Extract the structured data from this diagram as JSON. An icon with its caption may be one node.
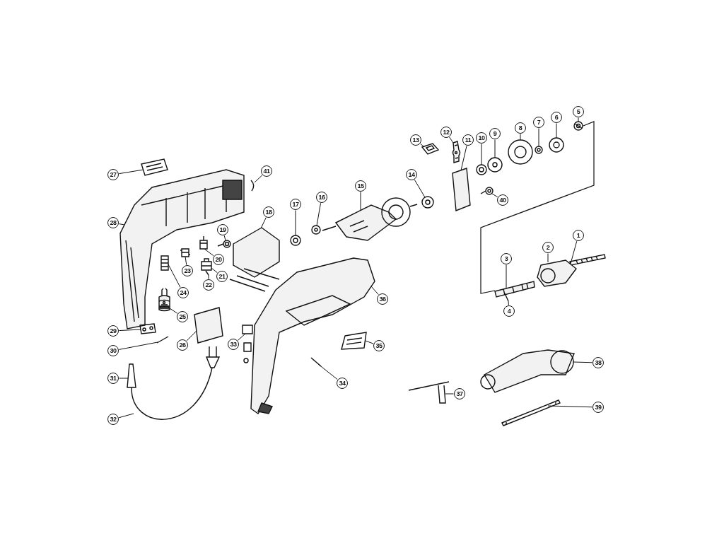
{
  "diagram": {
    "nodes": [
      {
        "text": [
          "1"
        ]
      },
      {
        "text": [
          "2"
        ]
      },
      {
        "text": [
          "3"
        ]
      },
      {
        "text": [
          "4"
        ]
      },
      {
        "text": [
          "5"
        ]
      },
      {
        "text": [
          "6"
        ]
      },
      {
        "text": [
          "7"
        ]
      },
      {
        "text": [
          "8"
        ]
      },
      {
        "text": [
          "9"
        ]
      },
      {
        "text": [
          "10"
        ]
      },
      {
        "text": [
          "11"
        ]
      },
      {
        "text": [
          "12"
        ]
      },
      {
        "text": [
          "13"
        ]
      },
      {
        "text": [
          "14"
        ]
      },
      {
        "text": [
          "15"
        ]
      },
      {
        "text": [
          "16"
        ]
      },
      {
        "text": [
          "17"
        ]
      },
      {
        "text": [
          "18"
        ]
      },
      {
        "text": [
          "19"
        ]
      },
      {
        "text": [
          "20"
        ]
      },
      {
        "text": [
          "21"
        ]
      },
      {
        "text": [
          "22"
        ]
      },
      {
        "text": [
          "23"
        ]
      },
      {
        "text": [
          "24"
        ]
      },
      {
        "text": [
          "25"
        ]
      },
      {
        "text": [
          "26"
        ]
      },
      {
        "text": [
          "27"
        ]
      },
      {
        "text": [
          "28"
        ]
      },
      {
        "text": [
          "29"
        ]
      },
      {
        "text": [
          "30"
        ]
      },
      {
        "text": [
          "31"
        ]
      },
      {
        "text": [
          "32"
        ]
      },
      {
        "text": [
          "33"
        ]
      },
      {
        "text": [
          "34"
        ]
      },
      {
        "text": [
          "35"
        ]
      },
      {
        "text": [
          "36"
        ]
      },
      {
        "text": [
          "37"
        ]
      },
      {
        "text": [
          "38"
        ]
      },
      {
        "text": [
          "39"
        ]
      },
      {
        "text": [
          "40"
        ]
      },
      {
        "text": [
          "41"
        ]
      },
      {
        "text": [],
        "shape": "picture"
      },
      {
        "text": [],
        "shape": "picture"
      },
      {
        "text": [],
        "shape": "picture"
      },
      {
        "text": [],
        "shape": "picture"
      },
      {
        "text": [],
        "shape": "picture"
      },
      {
        "text": [],
        "shape": "picture"
      },
      {
        "text": [],
        "shape": "picture"
      },
      {
        "text": [],
        "shape": "picture"
      },
      {
        "text": [],
        "shape": "picture"
      },
      {
        "text": [],
        "shape": "picture"
      },
      {
        "text": [],
        "shape": "picture"
      },
      {
        "text": [],
        "shape": "picture"
      },
      {
        "text": [],
        "shape": "picture"
      },
      {
        "text": [],
        "shape": "picture"
      },
      {
        "text": [],
        "shape": "picture"
      },
      {
        "text": [],
        "shape": "picture"
      },
      {
        "text": [],
        "shape": "picture"
      },
      {
        "text": [],
        "shape": "picture"
      },
      {
        "text": [],
        "shape": "picture"
      },
      {
        "text": [],
        "shape": "picture"
      },
      {
        "text": [],
        "shape": "picture"
      },
      {
        "text": [],
        "shape": "picture"
      },
      {
        "text": [],
        "shape": "picture"
      },
      {
        "text": [],
        "shape": "picture"
      },
      {
        "text": [],
        "shape": "picture"
      },
      {
        "text": [],
        "shape": "picture"
      },
      {
        "text": [],
        "shape": "picture"
      },
      {
        "text": [],
        "shape": "picture"
      },
      {
        "text": [],
        "shape": "picture"
      },
      {
        "text": [],
        "shape": "picture"
      },
      {
        "text": [],
        "shape": "picture"
      },
      {
        "text": [],
        "shape": "picture"
      },
      {
        "text": [],
        "shape": "picture"
      },
      {
        "text": [],
        "shape": "picture"
      },
      {
        "text": [],
        "shape": "picture"
      },
      {
        "text": [],
        "shape": "picture"
      },
      {
        "text": [],
        "shape": "picture"
      },
      {
        "text": [],
        "shape": "picture"
      },
      {
        "text": [],
        "shape": "picture"
      },
      {
        "text": [],
        "shape": "picture"
      },
      {
        "text": [],
        "shape": "picture"
      }
    ],
    "edges": [
      {
        "from": 0,
        "to": 41,
        "arrow": "none"
      },
      {
        "from": 1,
        "to": 42,
        "arrow": "none"
      },
      {
        "from": 2,
        "to": 43,
        "arrow": "none"
      },
      {
        "from": 3,
        "to": 44,
        "arrow": "none"
      },
      {
        "from": 4,
        "to": 45,
        "arrow": "none"
      },
      {
        "from": 5,
        "to": 46,
        "arrow": "none"
      },
      {
        "from": 6,
        "to": 47,
        "arrow": "none"
      },
      {
        "from": 7,
        "to": 48,
        "arrow": "none"
      },
      {
        "from": 8,
        "to": 49,
        "arrow": "none"
      },
      {
        "from": 9,
        "to": 50,
        "arrow": "none"
      },
      {
        "from": 10,
        "to": 51,
        "arrow": "none"
      },
      {
        "from": 11,
        "to": 52,
        "arrow": "none"
      },
      {
        "from": 12,
        "to": 53,
        "arrow": "none"
      },
      {
        "from": 13,
        "to": 54,
        "arrow": "none"
      },
      {
        "from": 14,
        "to": 55,
        "arrow": "none"
      },
      {
        "from": 15,
        "to": 56,
        "arrow": "none"
      },
      {
        "from": 16,
        "to": 57,
        "arrow": "none"
      },
      {
        "from": 17,
        "to": 58,
        "arrow": "none"
      },
      {
        "from": 18,
        "to": 59,
        "arrow": "none"
      },
      {
        "from": 19,
        "to": 60,
        "arrow": "none"
      },
      {
        "from": 20,
        "to": 61,
        "arrow": "none"
      },
      {
        "from": 21,
        "to": 62,
        "arrow": "none"
      },
      {
        "from": 22,
        "to": 63,
        "arrow": "none"
      },
      {
        "from": 23,
        "to": 64,
        "arrow": "none"
      },
      {
        "from": 24,
        "to": 65,
        "arrow": "none"
      },
      {
        "from": 25,
        "to": 66,
        "arrow": "none"
      },
      {
        "from": 26,
        "to": 67,
        "arrow": "none"
      },
      {
        "from": 27,
        "to": 68,
        "arrow": "none"
      },
      {
        "from": 28,
        "to": 69,
        "arrow": "none"
      },
      {
        "from": 29,
        "to": 70,
        "arrow": "none"
      },
      {
        "from": 30,
        "to": 71,
        "arrow": "none"
      },
      {
        "from": 31,
        "to": 72,
        "arrow": "none"
      },
      {
        "from": 32,
        "to": 73,
        "arrow": "none"
      },
      {
        "from": 33,
        "to": 74,
        "arrow": "none"
      },
      {
        "from": 34,
        "to": 75,
        "arrow": "none"
      },
      {
        "from": 35,
        "to": 76,
        "arrow": "none"
      },
      {
        "from": 36,
        "to": 77,
        "arrow": "none"
      },
      {
        "from": 37,
        "to": 78,
        "arrow": "none"
      },
      {
        "from": 38,
        "to": 79,
        "arrow": "none"
      },
      {
        "from": 39,
        "to": 80,
        "arrow": "none"
      },
      {
        "from": 40,
        "to": 81,
        "arrow": "none"
      }
    ]
  }
}
